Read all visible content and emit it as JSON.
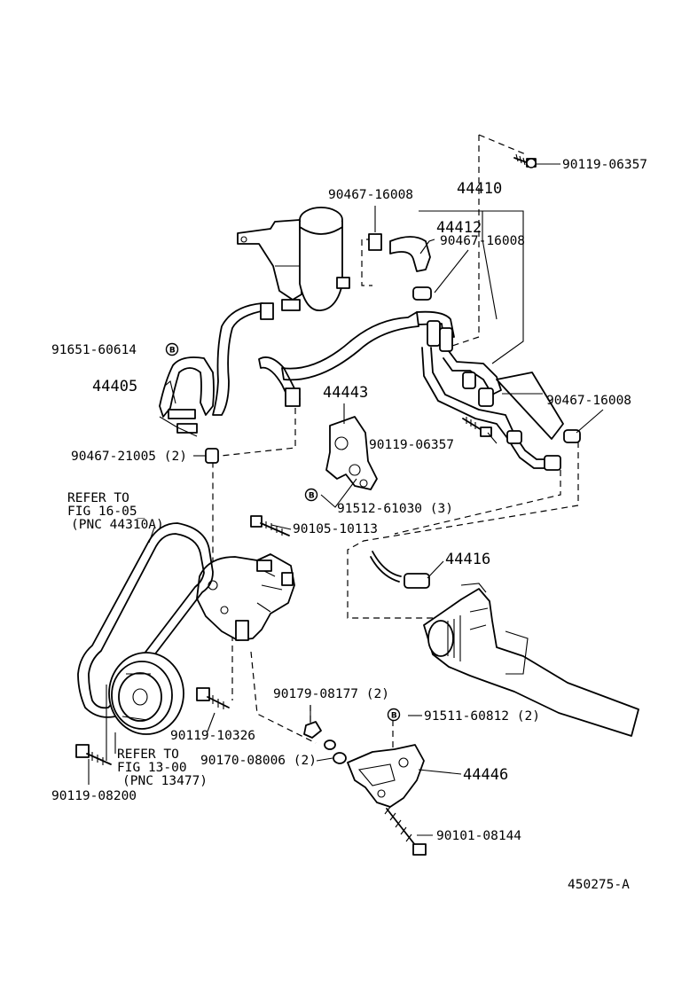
{
  "labels": {
    "p90119_06357_top": "90119-06357",
    "p44410": "44410",
    "p90467_16008_a": "90467-16008",
    "p44412": "44412",
    "p90467_16008_b": "90467-16008",
    "p91651_60614": "91651-60614",
    "p44405": "44405",
    "p44443": "44443",
    "p90467_16008_c": "90467-16008",
    "p90119_06357_mid": "90119-06357",
    "p90467_21005": "90467-21005 (2)",
    "p91512_61030": "91512-61030 (3)",
    "refer_a_1": "REFER TO",
    "refer_a_2": "FIG 16-05_",
    "refer_a_3": "(PNC 44310A)",
    "p90105_10113": "90105-10113",
    "p44416": "44416",
    "p90179_08177": "90179-08177 (2)",
    "p91511_60812": "91511-60812 (2)",
    "p90119_10326": "90119-10326",
    "refer_b_1": "REFER TO",
    "refer_b_2": "FIG 13-00",
    "refer_b_3": "(PNC 13477)",
    "p90170_08006": "90170-08006 (2)",
    "p44446": "44446",
    "p90119_08200": "90119-08200",
    "p90101_08144": "90101-08144",
    "figure_id": "450275-A"
  },
  "badges": {
    "b_letter": "B"
  },
  "icons": {
    "reservoir": "reservoir-tank-icon",
    "pump": "power-steering-pump-icon",
    "belt": "v-belt-icon",
    "pulley": "crank-pulley-icon",
    "gear": "steering-gear-icon",
    "bracket": "pump-bracket-icon"
  }
}
